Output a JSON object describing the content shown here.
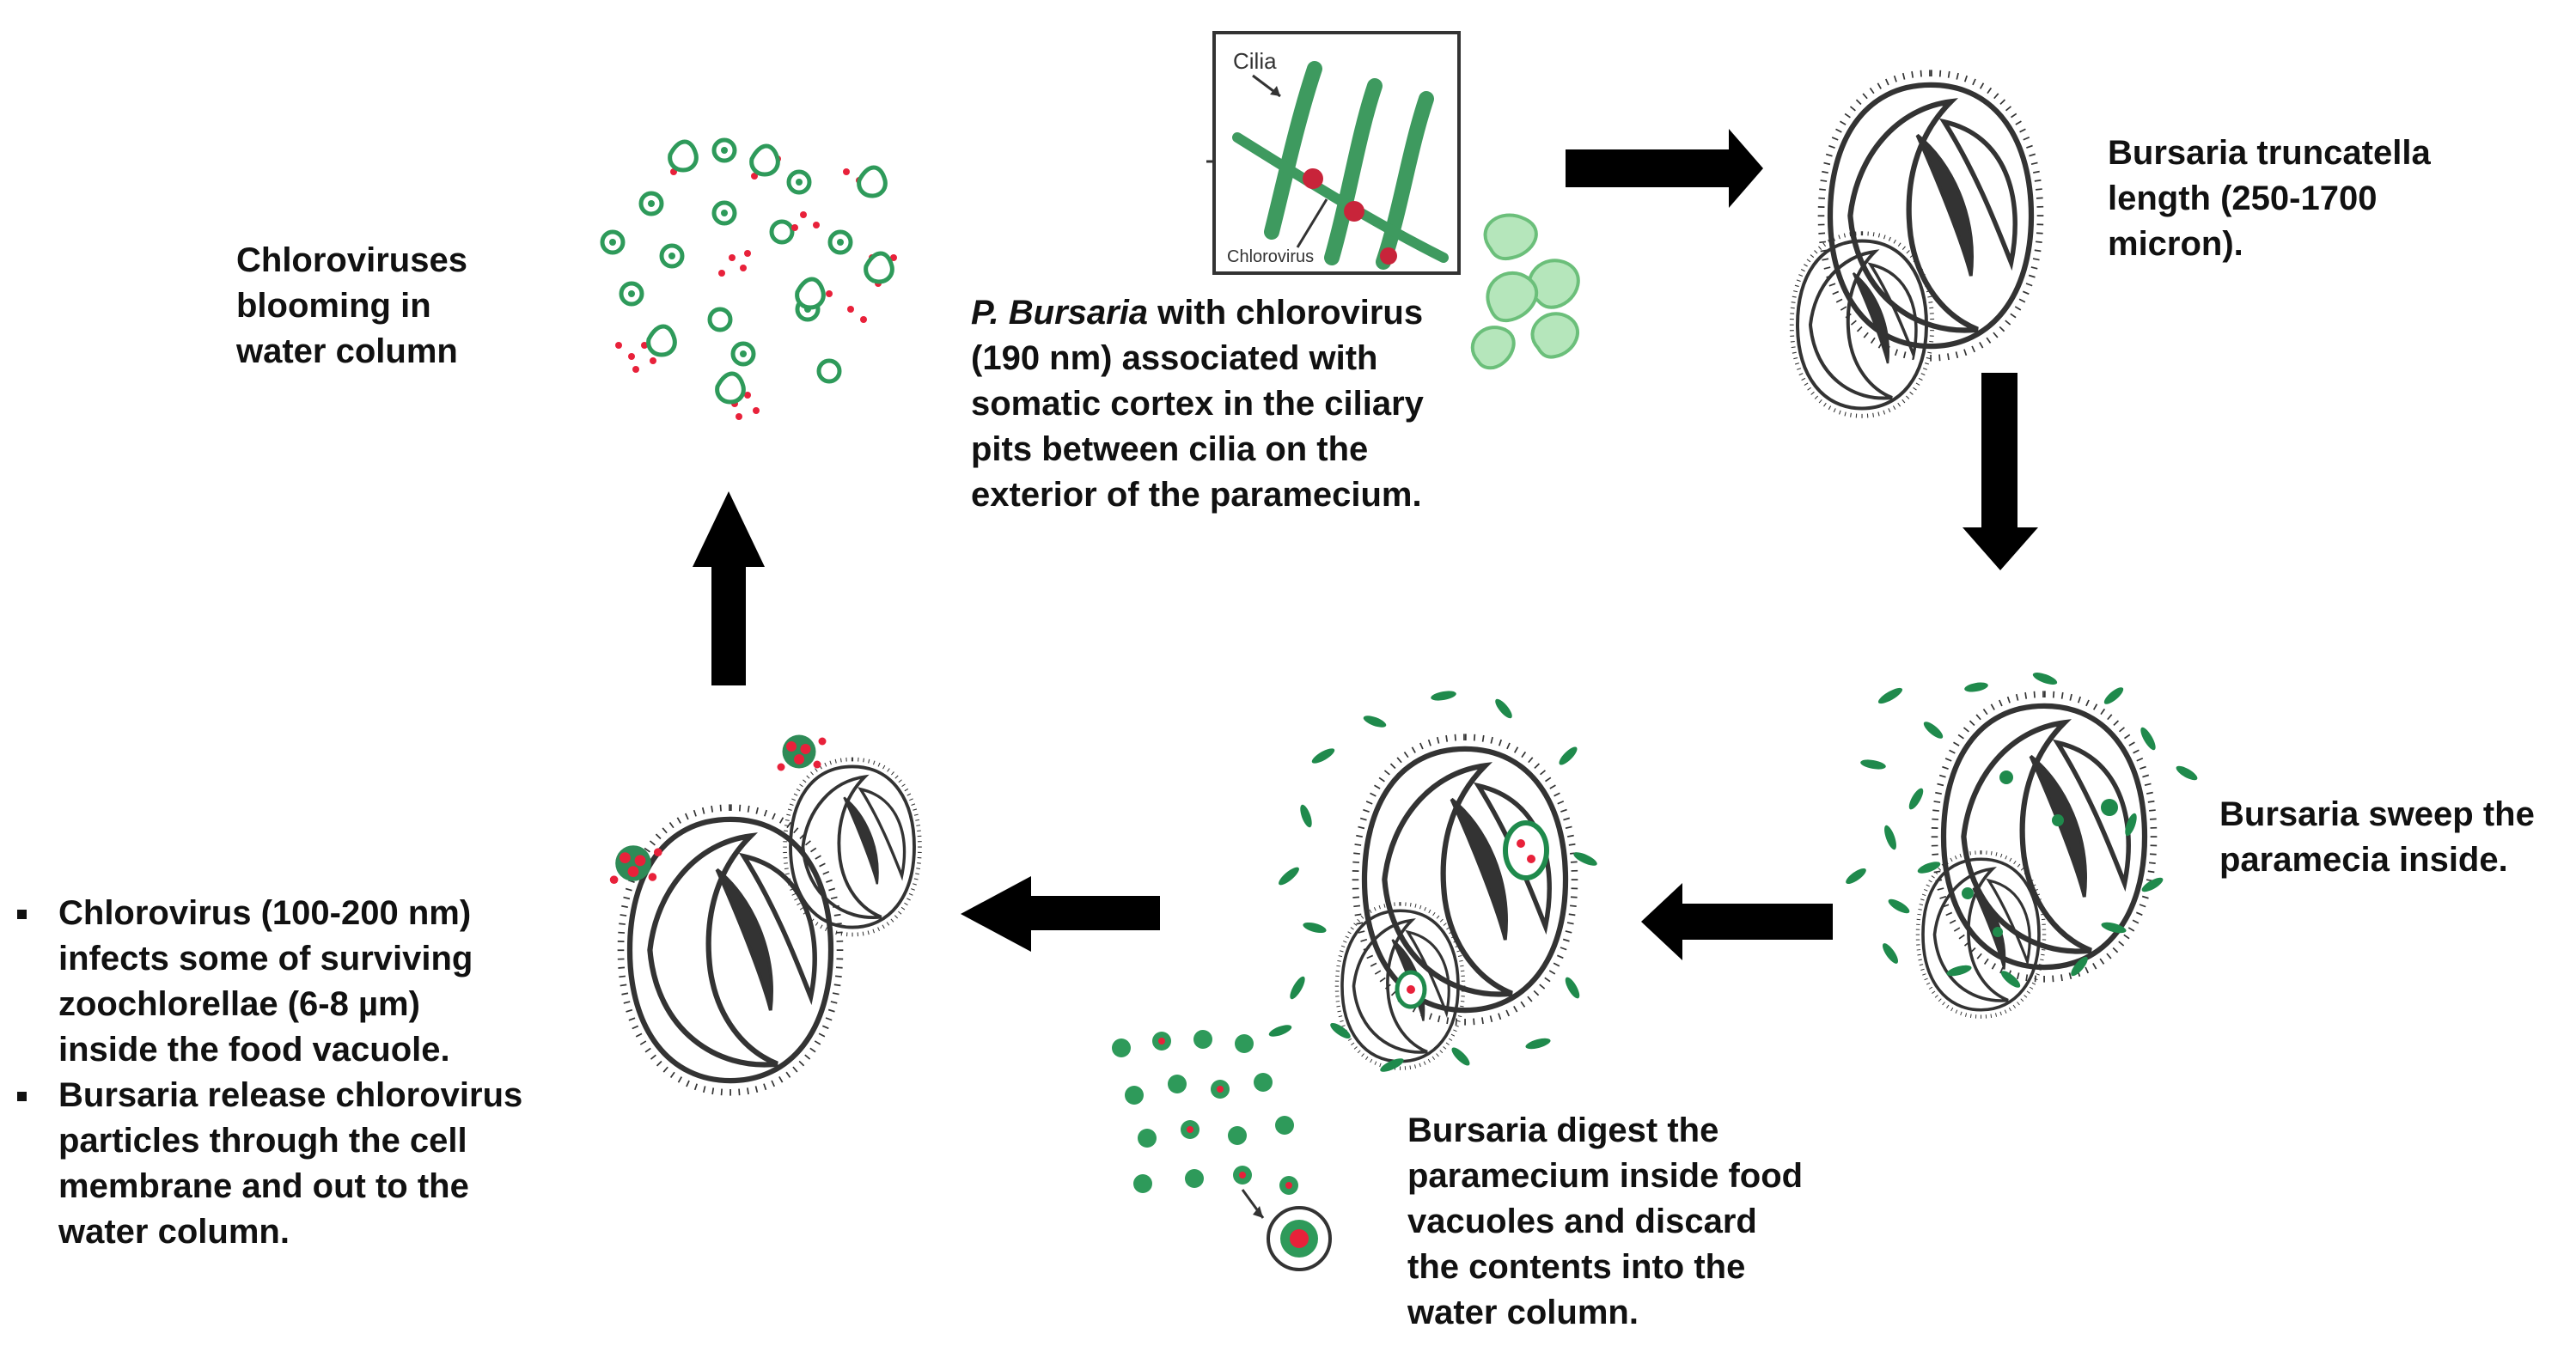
{
  "colors": {
    "outline": "#333333",
    "cilia_green": "#3e9a5f",
    "zoochlorella_green": "#1f8a4c",
    "light_green": "#8fd39a",
    "virus_red": "#e8213a",
    "arrow": "#000000"
  },
  "labels": {
    "inset_cilia": "Cilia",
    "inset_chlorovirus": "Chlorovirus"
  },
  "captions": {
    "pbursaria": {
      "italic_part": "P. Bursaria",
      "lines": [
        " with chlorovirus",
        "(190 nm) associated with",
        "somatic cortex in the ciliary",
        "pits between cilia on the",
        "exterior of the paramecium."
      ]
    },
    "truncatella": {
      "lines": [
        "Bursaria truncatella",
        "length (250-1700",
        "micron)."
      ]
    },
    "sweep": {
      "lines": [
        "Bursaria sweep the",
        "paramecia inside."
      ]
    },
    "digest": {
      "lines": [
        "Bursaria digest the",
        "paramecium inside food",
        "vacuoles and discard",
        "the contents into the",
        "water column."
      ]
    },
    "blooming": {
      "lines": [
        "Chloroviruses",
        "blooming in",
        "water column"
      ]
    },
    "infect": {
      "bullets": [
        {
          "lines": [
            "Chlorovirus (100-200 nm)",
            "infects some of surviving",
            "zoochlorellae (6-8 µm)",
            "inside the food vacuole."
          ]
        },
        {
          "lines": [
            "Bursaria release chlorovirus",
            "particles through the cell",
            "membrane and out to the",
            "water column."
          ]
        }
      ]
    }
  }
}
